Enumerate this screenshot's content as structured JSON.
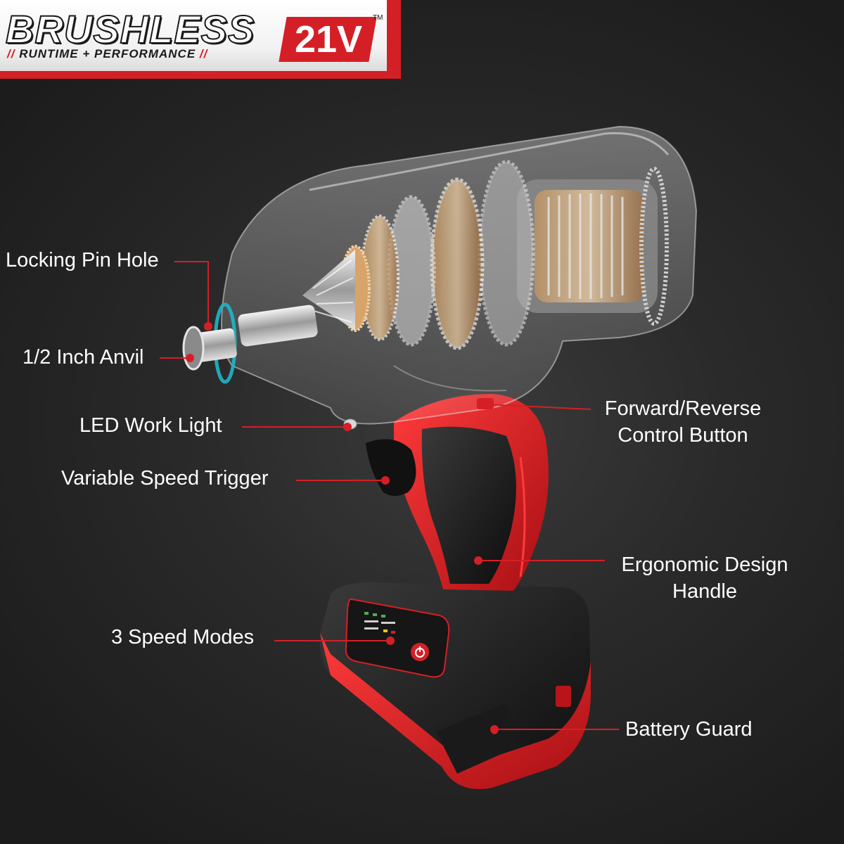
{
  "banner": {
    "brand": "BRUSHLESS",
    "voltage": "21V",
    "trademark": "TM",
    "tagline": "RUNTIME + PERFORMANCE",
    "slash": "//"
  },
  "callouts": {
    "locking_pin_hole": "Locking Pin Hole",
    "anvil": "1/2 Inch Anvil",
    "led_light": "LED Work Light",
    "trigger": "Variable Speed Trigger",
    "speed_modes": "3 Speed Modes",
    "forward_reverse_line1": "Forward/Reverse",
    "forward_reverse_line2": "Control Button",
    "handle_line1": "Ergonomic Design",
    "handle_line2": "Handle",
    "battery_guard": "Battery Guard"
  },
  "colors": {
    "accent_red": "#d51f26",
    "callout_line": "#d51f26",
    "text": "#ffffff",
    "background": "#232323"
  },
  "icons": [
    "power-icon",
    "speed-indicator-icon"
  ]
}
